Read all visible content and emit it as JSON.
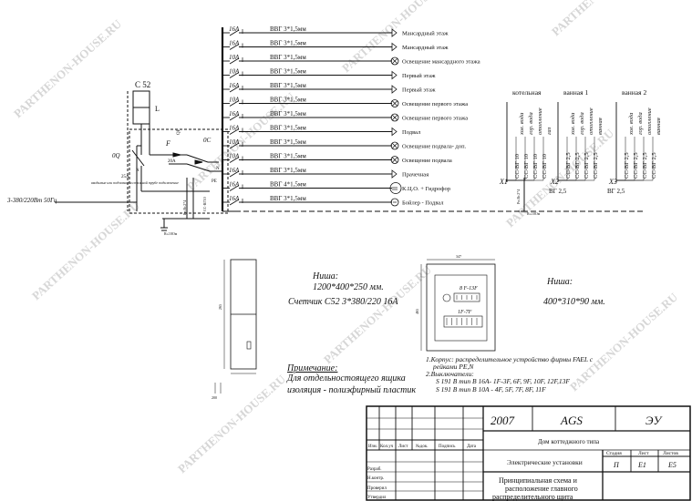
{
  "watermark": "PARTHENON-HOUSE.RU",
  "meter_label": "С 52",
  "l_label": "L",
  "f_label": "F",
  "oq_label": "0Q",
  "oc_label": "0С",
  "qf_label": "QF",
  "n_label": "N",
  "pe_label": "PE",
  "amp_25": "25А",
  "amp_20": "20А",
  "feed_text": "3-380/220Вт 50Гц",
  "input_note": "вводимые или подземное в стальной трубе подключение",
  "rz_label": "R≤10Ом",
  "rz2_label": "R≤10Ом",
  "cable_left": "Рп.Вг.2*4",
  "cable_main": "СС-ВГ10",
  "cable_x1": "Рп.Вг.2*4",
  "circuits": [
    {
      "amp": "16А",
      "cable": "ВВГ 3*1,5мм",
      "load": "Мансардный этаж"
    },
    {
      "amp": "16А",
      "cable": "ВВГ 3*1,5мм",
      "load": "Мансардный этаж"
    },
    {
      "amp": "10А",
      "cable": "ВВГ 3*1,5мм",
      "load": "Освещение мансардного этажа"
    },
    {
      "amp": "10А",
      "cable": "ВВГ 3*1,5мм",
      "load": "Первый этаж"
    },
    {
      "amp": "16А",
      "cable": "ВВГ 3*1,5мм",
      "load": "Первый этаж"
    },
    {
      "amp": "10А",
      "cable": "ВВГ 3*1,5мм",
      "load": "Освещение первого этажа"
    },
    {
      "amp": "16А",
      "cable": "ВВГ 3*1,5мм",
      "load": "Освещение первого этажа"
    },
    {
      "amp": "16А",
      "cable": "ВВГ 3*1,5мм",
      "load": "Подвал"
    },
    {
      "amp": "10А",
      "cable": "ВВГ 3*1,5мм",
      "load": "Освещение подвала- доп."
    },
    {
      "amp": "10А",
      "cable": "ВВГ 3*1,5мм",
      "load": "Освещение подвала"
    },
    {
      "amp": "16А",
      "cable": "ВВГ 3*1,5мм",
      "load": "Прачечная"
    },
    {
      "amp": "16А",
      "cable": "ВВГ 4*1,5мм",
      "load": "К.Ц.О. + Гидрофор"
    },
    {
      "amp": "16А",
      "cable": "ВВГ 3*1,5мм",
      "load": "Бойлер - Подвал"
    }
  ],
  "equip_groups": [
    {
      "title": "котельная",
      "terminal": "X1",
      "terminal_cable": "",
      "items": [
        {
          "cable": "СС-ВГ 10",
          "name": "хол. вода"
        },
        {
          "cable": "СС-ВГ 10",
          "name": "гор. вода"
        },
        {
          "cable": "СС-ВГ 10",
          "name": "отопление"
        },
        {
          "cable": "СС-ВГ 10",
          "name": "газ"
        }
      ]
    },
    {
      "title": "ванная 1",
      "terminal": "X2",
      "terminal_cable": "ВГ 2,5",
      "items": [
        {
          "cable": "СС-ВГ 2,5",
          "name": "хол. вода"
        },
        {
          "cable": "СС-ВГ 2,5",
          "name": "гор. вода"
        },
        {
          "cable": "СС-ВГ 2,5",
          "name": "отопление"
        },
        {
          "cable": "СС-ВГ 2,5",
          "name": "ванная"
        }
      ]
    },
    {
      "title": "ванная 2",
      "terminal": "X3",
      "terminal_cable": "ВГ 2,5",
      "items": [
        {
          "cable": "СС-ВГ 2,5",
          "name": "хол. вода"
        },
        {
          "cable": "СС-ВГ 2,5",
          "name": "гор. вода"
        },
        {
          "cable": "СС-ВГ 2,5",
          "name": "отопление"
        },
        {
          "cable": "СС-ВГ 2,5",
          "name": "ванная"
        }
      ]
    }
  ],
  "niche_title": "Ниша:",
  "niche_dims": "1200*400*250 мм.",
  "meter_text": "Счетчик С52 3*380/220 16А",
  "note_title": "Примечание:",
  "note_line1": "Для отдельностоящего ящика",
  "note_line2": "изоляция - полиэфирный пластик",
  "box_width": "347",
  "box_height": "465",
  "niche_dim_side": "265",
  "niche_dim_bottom": "200",
  "panel_label1": "8 F-13F",
  "panel_label2": "1F-7F",
  "right_niche_title": "Ниша:",
  "right_niche_dims": "400*310*90 мм.",
  "spec_line1": "1.Корпус: распределительное устройство фирмы FAEL с",
  "spec_line1b": "рейками PE,N",
  "spec_line2": "2.Выключатели:",
  "spec_line3": "S 191 В тип В 16А- 1F-3F, 6F, 9F, 10F, 12F,13F",
  "spec_line4": "S 191 В тип В 10А - 4F, 5F, 7F, 8F, 11F",
  "stamp": {
    "year": "2007",
    "org": "AGS",
    "code": "ЭУ",
    "project": "Дом коттеджного типа",
    "section": "Электрические установки",
    "title_line1": "Принципиальная схема и",
    "title_line2": "расположение главного",
    "title_line3": "распределительного щита",
    "col_izm": "Изм.",
    "col_kol": "Кол.уч",
    "col_list": "Лист",
    "col_doc": "№док.",
    "col_sign": "Подпись",
    "col_date": "Дата",
    "row1": "Разраб.",
    "row2": "Н.контр.",
    "row3": "Проверил",
    "row4": "Утвердил",
    "stage_h": "Стадия",
    "sheet_h": "Лист",
    "sheets_h": "Листов",
    "stage_v": "П",
    "sheet_v": "Е1",
    "sheets_v": "Е5"
  }
}
